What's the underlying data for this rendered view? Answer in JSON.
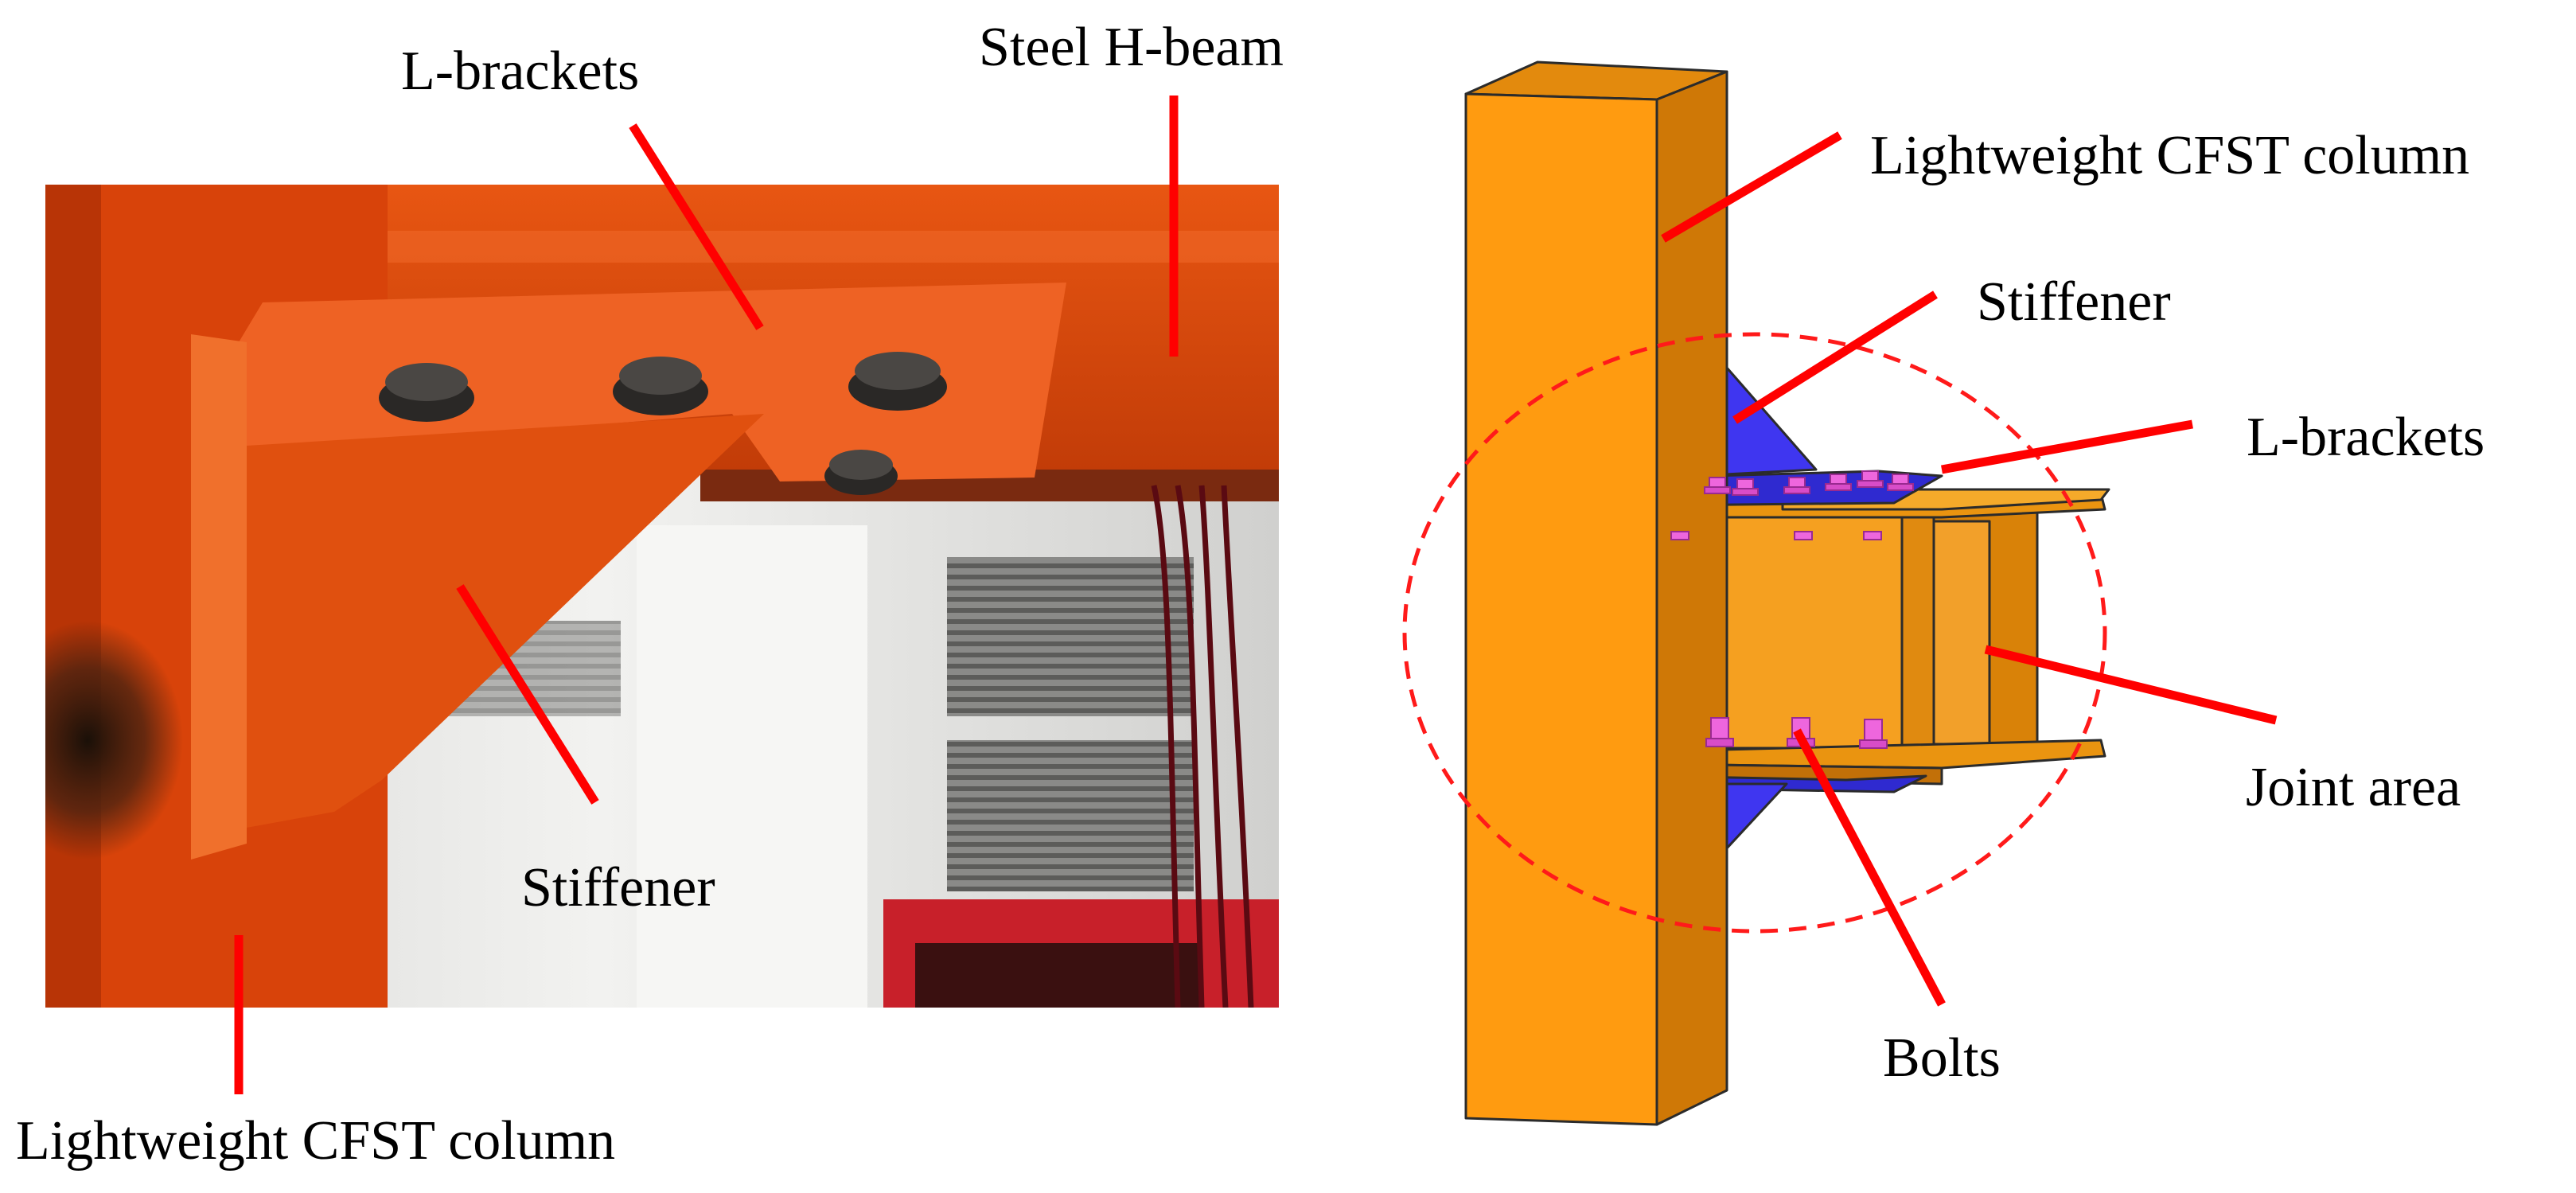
{
  "colors": {
    "leader_line": "#ff0000",
    "column_front": "#ff9b10",
    "column_side": "#d97d08",
    "column_top": "#e38a0d",
    "beam_orange": "#f0960f",
    "bracket_blue": "#3b35e0",
    "bracket_dark": "#2320a0",
    "bolt_pink": "#ee66dd",
    "joint_circle": "#ff1a1a",
    "photo_steel": "#e24a0c",
    "photo_bg": "#eeeeee"
  },
  "photo": {
    "labels": {
      "l_brackets": "L-brackets",
      "steel_h_beam": "Steel H-beam",
      "stiffener": "Stiffener",
      "column": "Lightweight CFST column"
    }
  },
  "model": {
    "labels": {
      "column": "Lightweight CFST column",
      "stiffener": "Stiffener",
      "l_brackets": "L-brackets",
      "joint_area": "Joint area",
      "bolts": "Bolts"
    }
  }
}
